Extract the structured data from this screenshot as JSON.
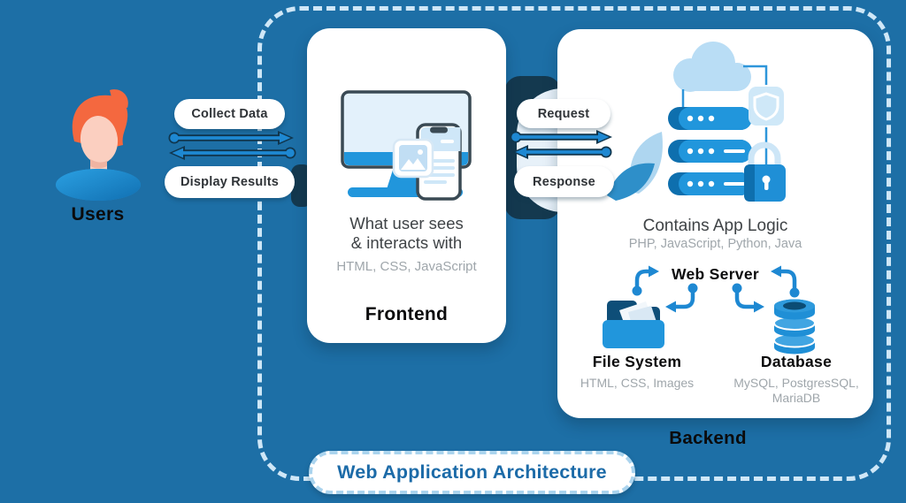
{
  "colors": {
    "background": "#1D6FA6",
    "accent_blue": "#1E88D2",
    "dark_navy": "#14394F",
    "dash_light_blue": "#CFE7F7",
    "title_blue": "#1C6BA8",
    "muted_text": "#9FA6AB",
    "illustration_blue": "#2196DC",
    "illustration_light_blue": "#B9DDF5"
  },
  "users": {
    "label": "Users"
  },
  "flow_labels": {
    "collect_data": "Collect Data",
    "display_results": "Display Results",
    "request": "Request",
    "response": "Response"
  },
  "frontend": {
    "heading_line1": "What user sees",
    "heading_line2": "& interacts  with",
    "technologies": "HTML, CSS, JavaScript",
    "label": "Frontend"
  },
  "backend": {
    "heading": "Contains App Logic",
    "technologies": "PHP, JavaScript, Python, Java",
    "web_server_label": "Web Server",
    "file_system": {
      "label": "File System",
      "technologies": "HTML, CSS, Images"
    },
    "database": {
      "label": "Database",
      "technologies_line1": "MySQL, PostgresSQL,",
      "technologies_line2": "MariaDB"
    },
    "label": "Backend"
  },
  "banner": {
    "title": "Web Application Architecture"
  }
}
